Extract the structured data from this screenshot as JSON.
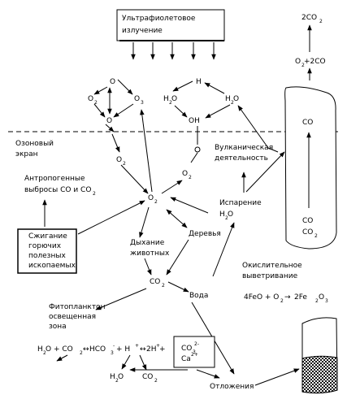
{
  "uv_box": [
    "Ультрафиолетовое",
    "излучение"
  ],
  "ozone_layer": [
    "Озоновый",
    "экран"
  ],
  "anthropogenic": [
    "Антропогенные",
    "выбросы СО и СО"
  ],
  "combustion": [
    "Сжигание",
    "горючих",
    "полезных",
    "ископаемых"
  ],
  "volcanic": [
    "Вулканическая",
    "деятельность"
  ],
  "evaporation": [
    "Испарение",
    "H"
  ],
  "trees": "Деревья",
  "respiration": [
    "Дыхание",
    "животных"
  ],
  "water": "Вода",
  "oxidative": [
    "Окислительное",
    "выветривание"
  ],
  "feo_eq": [
    "4FeO + O",
    " 2Fe",
    "O"
  ],
  "phyto": [
    "Фитопланктон",
    "освещенная",
    "зона"
  ],
  "carbonate_eq": [
    "H",
    "O + CO",
    " HCO",
    " + H",
    " 2H",
    " +"
  ],
  "ca_box": [
    "CO",
    "Ca"
  ],
  "bottom_h2o": [
    "H",
    "O"
  ],
  "bottom_co2": "CO",
  "deposits": "Отложения",
  "co": "CO",
  "co_co2": [
    "CO",
    "CO"
  ],
  "two_co2": "2CO",
  "o2_2co": [
    "O",
    "+2CO"
  ],
  "o2": "O",
  "o3": "O",
  "o": "O",
  "h": "H",
  "oh": "OH"
}
